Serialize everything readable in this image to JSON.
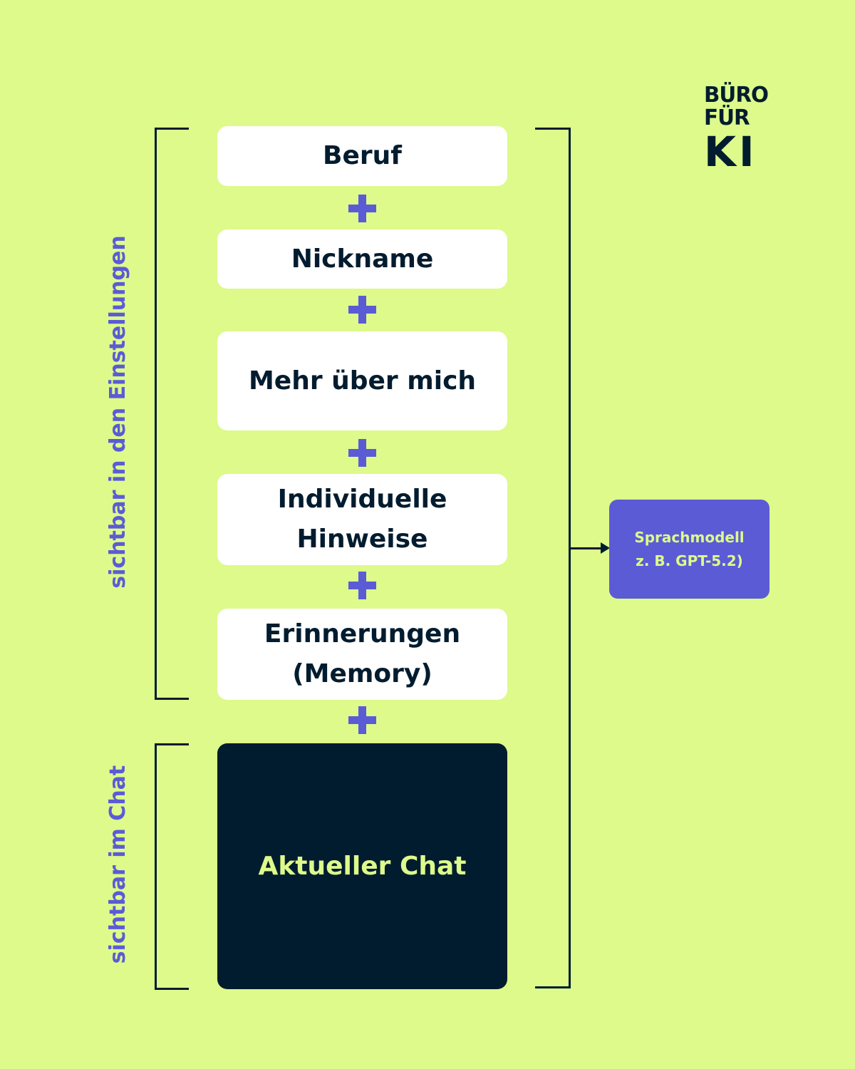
{
  "colors": {
    "background": "#ddfa8b",
    "box": "#ffffff",
    "dark": "#021c2f",
    "accent": "#5b5bd6"
  },
  "logo": {
    "line1": "BÜRO",
    "line2": "FÜR",
    "line3": "KI"
  },
  "labels": {
    "settings": "sichtbar in den Einstellungen",
    "chat": "sichtbar im Chat"
  },
  "boxes": {
    "beruf": "Beruf",
    "nickname": "Nickname",
    "mehr": "Mehr über mich",
    "hinweise_1": "Individuelle",
    "hinweise_2": "Hinweise",
    "erinnerungen_1": "Erinnerungen",
    "erinnerungen_2": "(Memory)",
    "chat": "Aktueller Chat"
  },
  "model": {
    "line1": "Sprachmodell",
    "line2": "z. B. GPT-5.2)"
  }
}
